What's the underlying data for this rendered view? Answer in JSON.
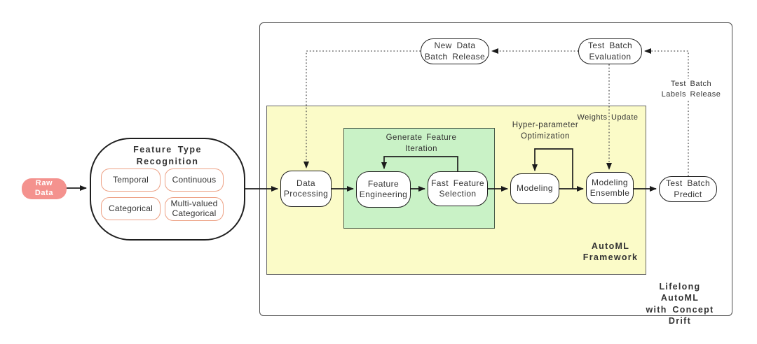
{
  "colors": {
    "raw_data_fill": "#F4928E",
    "raw_data_text": "#FFFFFF",
    "feature_box_border": "#EDA185",
    "automl_panel_fill": "#FBFBC8",
    "iteration_panel_fill": "#C9F2C6",
    "ink": "#1F1F1F",
    "dotted_line": "#555555",
    "text": "#333333"
  },
  "nodes": {
    "raw_data": "Raw\nData",
    "feature_type_recognition_title": "Feature Type\nRecognition",
    "temporal": "Temporal",
    "continuous": "Continuous",
    "categorical": "Categorical",
    "multi_valued_categorical": "Multi-valued\nCategorical",
    "data_processing": "Data\nProcessing",
    "feature_engineering": "Feature\nEngineering",
    "fast_feature_selection": "Fast Feature\nSelection",
    "modeling": "Modeling",
    "modeling_ensemble": "Modeling\nEnsemble",
    "test_batch_predict": "Test Batch\nPredict",
    "new_data_batch_release": "New Data\nBatch Release",
    "test_batch_evaluation": "Test Batch\nEvaluation"
  },
  "annotations": {
    "generate_feature_iteration": "Generate Feature\nIteration",
    "hyper_parameter_optimization": "Hyper-parameter\nOptimization",
    "weights_update": "Weights Update",
    "test_batch_labels_release": "Test Batch\nLabels Release",
    "automl_framework": "AutoML\nFramework",
    "lifelong_automl": "Lifelong AutoML\nwith Concept\nDrift"
  }
}
